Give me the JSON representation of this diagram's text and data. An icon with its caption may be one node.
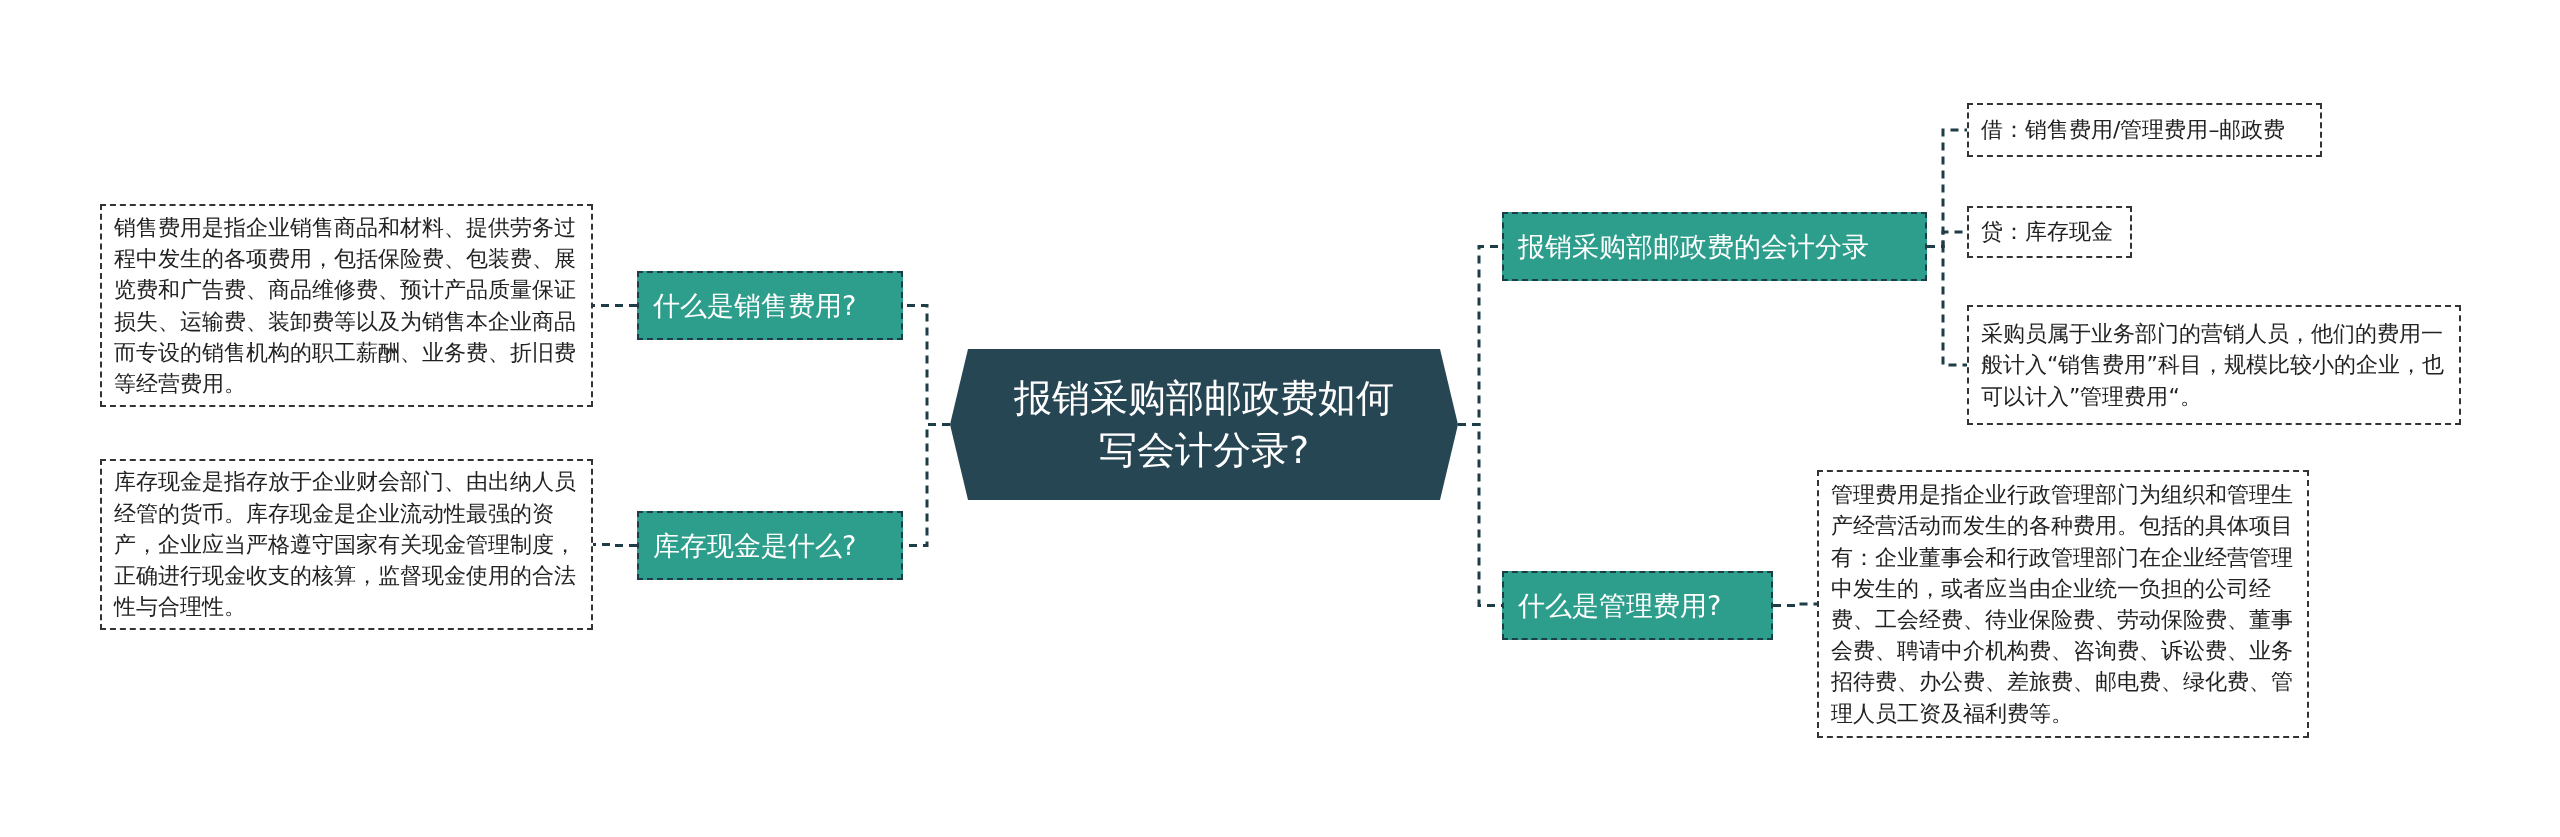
{
  "diagram": {
    "nodes": [
      {
        "text": [
          "报销采购部邮政费如何写会计分录?"
        ]
      },
      {
        "text": [
          "什么是销售费用?"
        ]
      },
      {
        "text": [
          "销售费用是指企业销售商品和材料、提供劳务过程中发生的各项费用，包括保险费、包装费、展览费和广告费、商品维修费、预计产品质量保证损失、运输费、装卸费等以及为销售本企业商品而专设的销售机构的职工薪酬、业务费、折旧费等经营费用。"
        ]
      },
      {
        "text": [
          "库存现金是什么?"
        ]
      },
      {
        "text": [
          "库存现金是指存放于企业财会部门、由出纳人员经管的货币。库存现金是企业流动性最强的资产，企业应当严格遵守国家有关现金管理制度，正确进行现金收支的核算，监督现金使用的合法性与合理性。"
        ]
      },
      {
        "text": [
          "报销采购部邮政费的会计分录"
        ]
      },
      {
        "text": [
          "借：销售费用/管理费用–邮政费"
        ]
      },
      {
        "text": [
          "贷：库存现金"
        ]
      },
      {
        "text": [
          "采购员属于业务部门的营销人员，他们的费用一般计入“销售费用”科目，规模比较小的企业，也可以计入”管理费用“。"
        ]
      },
      {
        "text": [
          "什么是管理费用?"
        ]
      },
      {
        "text": [
          "管理费用是指企业行政管理部门为组织和管理生产经营活动而发生的各种费用。包括的具体项目有：企业董事会和行政管理部门在企业经营管理中发生的，或者应当由企业统一负担的公司经费、工会经费、待业保险费、劳动保险费、董事会费、聘请中介机构费、咨询费、诉讼费、业务招待费、办公费、差旅费、邮电费、绿化费、管理人员工资及福利费等。"
        ]
      }
    ],
    "edges": [
      {
        "from": 0,
        "to": 1,
        "arrow": "none"
      },
      {
        "from": 0,
        "to": 3,
        "arrow": "none"
      },
      {
        "from": 0,
        "to": 5,
        "arrow": "none"
      },
      {
        "from": 0,
        "to": 9,
        "arrow": "none"
      },
      {
        "from": 1,
        "to": 2,
        "arrow": "none"
      },
      {
        "from": 3,
        "to": 4,
        "arrow": "none"
      },
      {
        "from": 5,
        "to": 6,
        "arrow": "none"
      },
      {
        "from": 5,
        "to": 7,
        "arrow": "none"
      },
      {
        "from": 5,
        "to": 8,
        "arrow": "none"
      },
      {
        "from": 9,
        "to": 10,
        "arrow": "none"
      }
    ]
  }
}
